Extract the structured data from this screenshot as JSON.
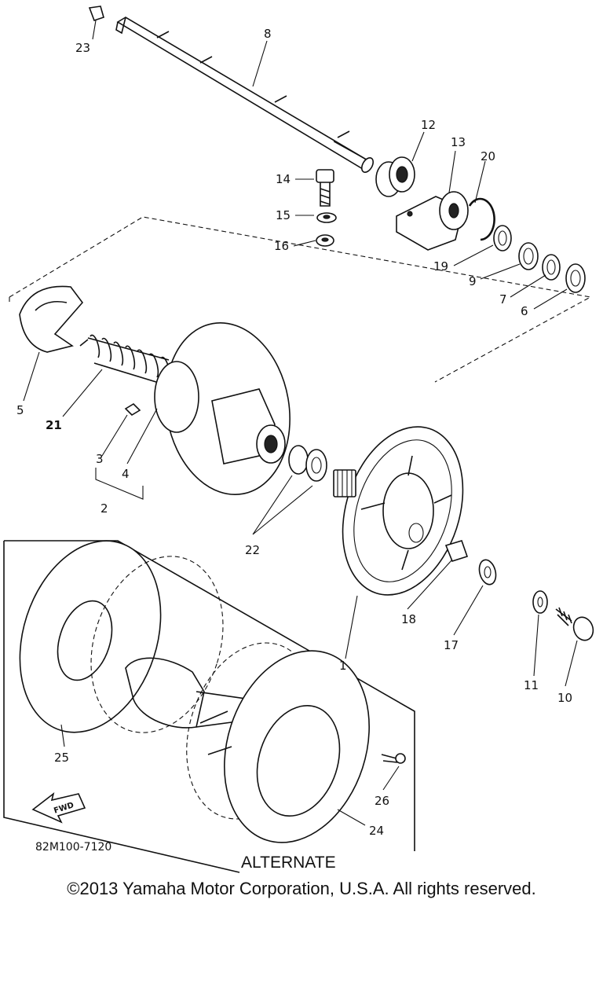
{
  "diagram": {
    "callouts": {
      "c1": "1",
      "c2": "2",
      "c3": "3",
      "c4": "4",
      "c5": "5",
      "c6": "6",
      "c7": "7",
      "c8": "8",
      "c9": "9",
      "c10": "10",
      "c11": "11",
      "c12": "12",
      "c13": "13",
      "c14": "14",
      "c15": "15",
      "c16": "16",
      "c17": "17",
      "c18": "18",
      "c19": "19",
      "c20": "20",
      "c21": "21",
      "c22": "22",
      "c23": "23",
      "c24": "24",
      "c25": "25",
      "c26": "26"
    },
    "arrow_label": "FWD",
    "drawing_code": "82M100-7120",
    "alternate_label": "ALTERNATE"
  },
  "footer": {
    "copyright": "©2013 Yamaha Motor Corporation, U.S.A. All rights reserved."
  }
}
